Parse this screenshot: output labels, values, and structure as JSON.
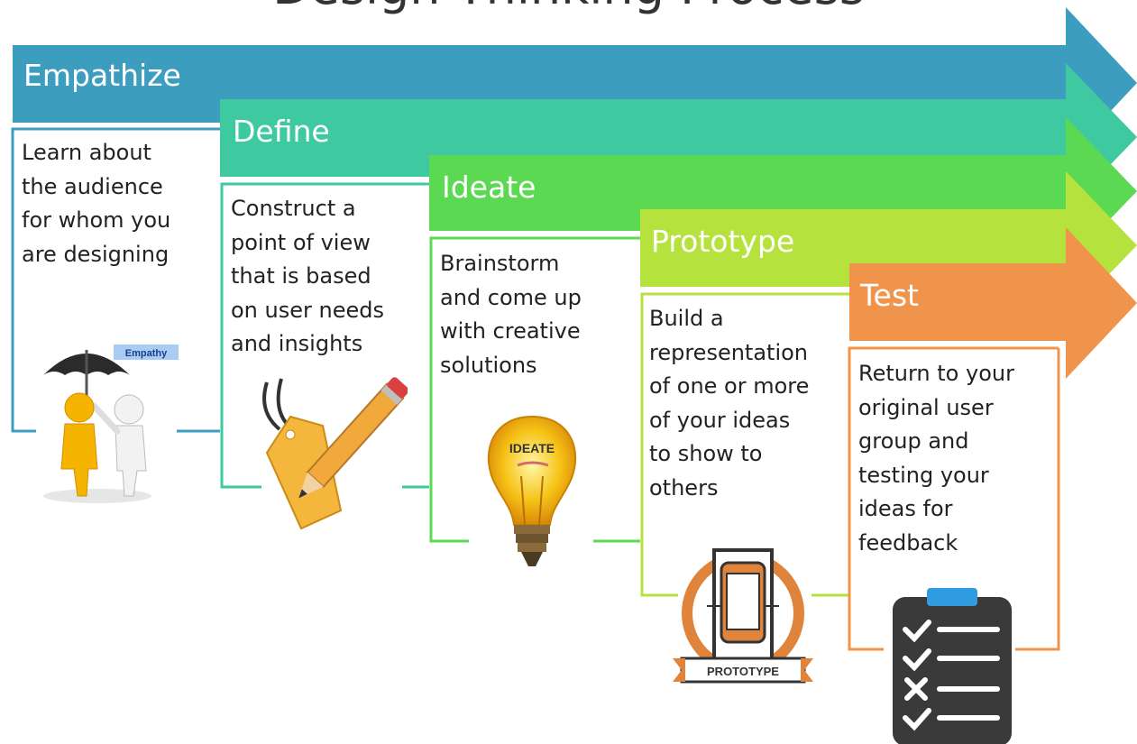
{
  "title": "Design Thinking Process",
  "stages": [
    {
      "label": "Empathize",
      "color": "#3d9dbf",
      "description": [
        "Learn about",
        "the audience",
        "for whom you",
        "are designing"
      ],
      "icon": "empathy-figures-icon",
      "icon_text": "Empathy"
    },
    {
      "label": "Define",
      "color": "#3ec9a0",
      "description": [
        "Construct a",
        "point of view",
        "that is based",
        "on user needs",
        "and insights"
      ],
      "icon": "tag-pencil-icon"
    },
    {
      "label": "Ideate",
      "color": "#5cd953",
      "description": [
        "Brainstorm",
        "and come up",
        "with creative",
        "solutions"
      ],
      "icon": "lightbulb-icon",
      "icon_text": "IDEATE"
    },
    {
      "label": "Prototype",
      "color": "#b5e23d",
      "description": [
        "Build a",
        "representation",
        "of one or more",
        "of your ideas",
        "to show to",
        "others"
      ],
      "icon": "prototype-phone-icon",
      "icon_text": "PROTOTYPE"
    },
    {
      "label": "Test",
      "color": "#f0944c",
      "description": [
        "Return to your",
        "original user",
        "group and",
        "testing your",
        "ideas for",
        "feedback"
      ],
      "icon": "checklist-clipboard-icon"
    }
  ]
}
